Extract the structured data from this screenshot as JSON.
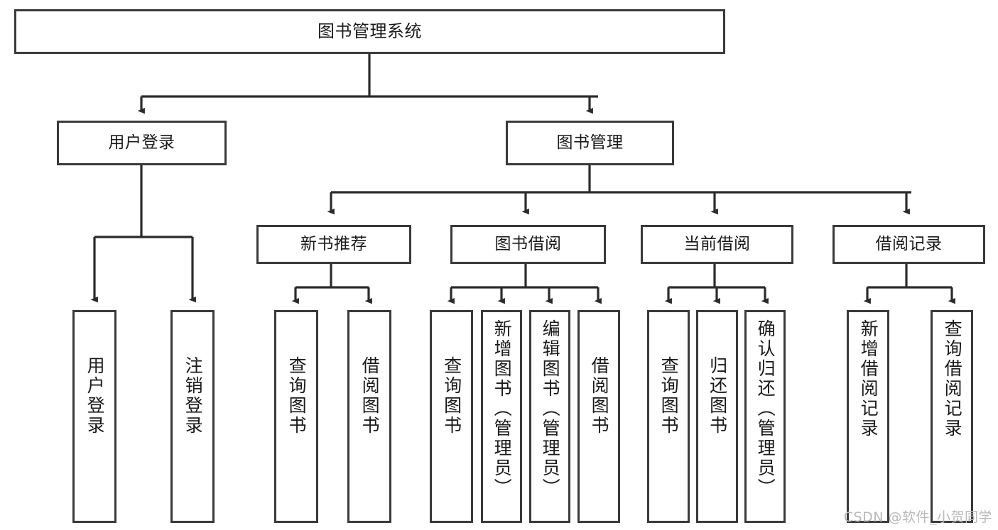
{
  "diagram": {
    "type": "tree-hierarchy",
    "title": "图书管理系统",
    "watermark": "CSDN @软件_小贺同学",
    "colors": {
      "background": "#ffffff",
      "border": "#3a3a3a",
      "text": "#1a1a1a",
      "connector": "#2b2b2b",
      "watermark": "#b9b9b9"
    },
    "levels": {
      "root": {
        "label": "图书管理系统"
      },
      "level2": [
        {
          "id": "user-login",
          "label": "用户登录"
        },
        {
          "id": "book-management",
          "label": "图书管理"
        }
      ],
      "level3": [
        {
          "id": "new-book-recommend",
          "label": "新书推荐",
          "parent": "book-management"
        },
        {
          "id": "book-borrow",
          "label": "图书借阅",
          "parent": "book-management"
        },
        {
          "id": "current-borrow",
          "label": "当前借阅",
          "parent": "book-management"
        },
        {
          "id": "borrow-record",
          "label": "借阅记录",
          "parent": "book-management"
        }
      ],
      "leaves": [
        {
          "id": "leaf-user-login",
          "label": "用户登录",
          "parent": "user-login"
        },
        {
          "id": "leaf-logout-login",
          "label": "注销登录",
          "parent": "user-login"
        },
        {
          "id": "leaf-query-book-1",
          "label": "查询图书",
          "parent": "new-book-recommend"
        },
        {
          "id": "leaf-borrow-book-1",
          "label": "借阅图书",
          "parent": "new-book-recommend"
        },
        {
          "id": "leaf-query-book-2",
          "label": "查询图书",
          "parent": "book-borrow"
        },
        {
          "id": "leaf-add-book",
          "label": "新增图书（管理员）",
          "parent": "book-borrow"
        },
        {
          "id": "leaf-edit-book",
          "label": "编辑图书（管理员）",
          "parent": "book-borrow"
        },
        {
          "id": "leaf-borrow-book-2",
          "label": "借阅图书",
          "parent": "book-borrow"
        },
        {
          "id": "leaf-query-book-3",
          "label": "查询图书",
          "parent": "current-borrow"
        },
        {
          "id": "leaf-return-book",
          "label": "归还图书",
          "parent": "current-borrow"
        },
        {
          "id": "leaf-confirm-return",
          "label": "确认归还（管理员）",
          "parent": "current-borrow"
        },
        {
          "id": "leaf-add-record",
          "label": "新增借阅记录",
          "parent": "borrow-record"
        },
        {
          "id": "leaf-query-record",
          "label": "查询借阅记录",
          "parent": "borrow-record"
        }
      ]
    }
  }
}
